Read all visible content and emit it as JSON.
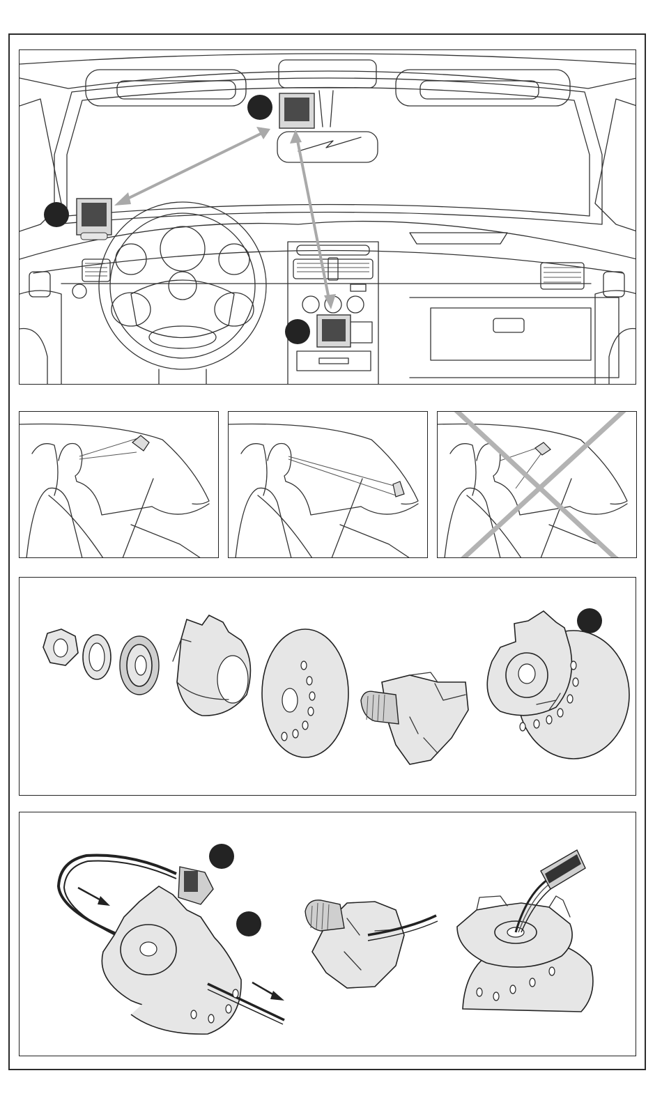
{
  "sections": {
    "dashboard": {
      "name": "dashboard-mount-positions"
    },
    "views": [
      "driver-view-top-mount",
      "driver-view-low-mount",
      "driver-view-wrong-mount"
    ],
    "parts": {
      "name": "mount-exploded-parts"
    },
    "cable": {
      "name": "cable-routing-steps"
    }
  },
  "colors": {
    "line": "#222222",
    "part_fill": "#e6e6e6",
    "arrow": "#a9a9a9",
    "bullet": "#232323",
    "screen": "#4a4a4a"
  }
}
